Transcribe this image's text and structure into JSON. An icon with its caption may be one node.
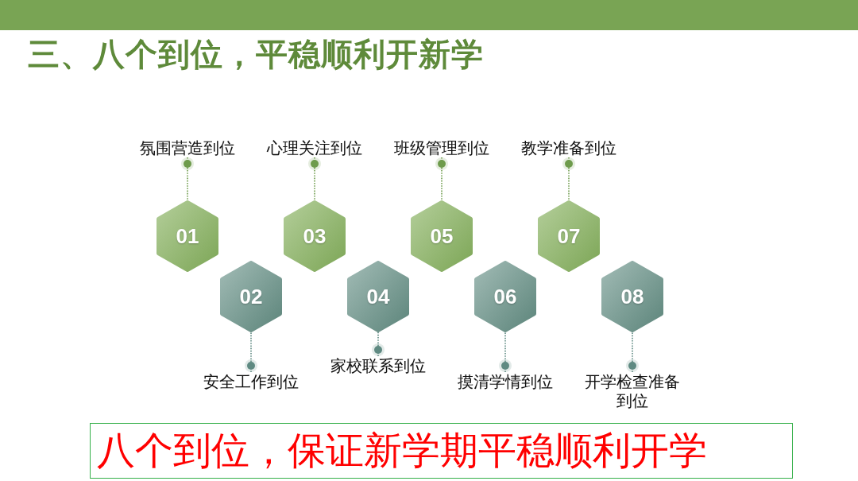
{
  "diagram": {
    "title": "三、八个到位，平稳顺利开新学",
    "nodes": [
      {
        "text": [
          "01"
        ]
      },
      {
        "text": [
          "02"
        ]
      },
      {
        "text": [
          "03"
        ]
      },
      {
        "text": [
          "04"
        ]
      },
      {
        "text": [
          "05"
        ]
      },
      {
        "text": [
          "06"
        ]
      },
      {
        "text": [
          "07"
        ]
      },
      {
        "text": [
          "08"
        ]
      },
      {
        "text": [
          "氛围营造到位"
        ]
      },
      {
        "text": [
          "安全工作到位"
        ]
      },
      {
        "text": [
          "心理关注到位"
        ]
      },
      {
        "text": [
          "家校联系到位"
        ]
      },
      {
        "text": [
          "班级管理到位"
        ]
      },
      {
        "text": [
          "摸清学情到位"
        ]
      },
      {
        "text": [
          "教学准备到位"
        ]
      },
      {
        "text": [
          "开学检查准备到位"
        ]
      },
      {
        "text": [
          "八个到位，保证新学期平稳顺利开学"
        ]
      }
    ],
    "edges": [
      {
        "from": 8,
        "to": 0,
        "arrow": "other",
        "color": "#6e9b4c"
      },
      {
        "from": 9,
        "to": 1,
        "arrow": "other",
        "color": "#5f8a82"
      },
      {
        "from": 10,
        "to": 2,
        "arrow": "other",
        "color": "#6e9b4c"
      },
      {
        "from": 11,
        "to": 3,
        "arrow": "other",
        "color": "#5f8a82"
      },
      {
        "from": 12,
        "to": 4,
        "arrow": "other",
        "color": "#6e9b4c"
      },
      {
        "from": 13,
        "to": 5,
        "arrow": "other",
        "color": "#5f8a82"
      },
      {
        "from": 14,
        "to": 6,
        "arrow": "other",
        "color": "#6e9b4c"
      },
      {
        "from": 15,
        "to": 7,
        "arrow": "other",
        "color": "#5f8a82"
      }
    ]
  }
}
